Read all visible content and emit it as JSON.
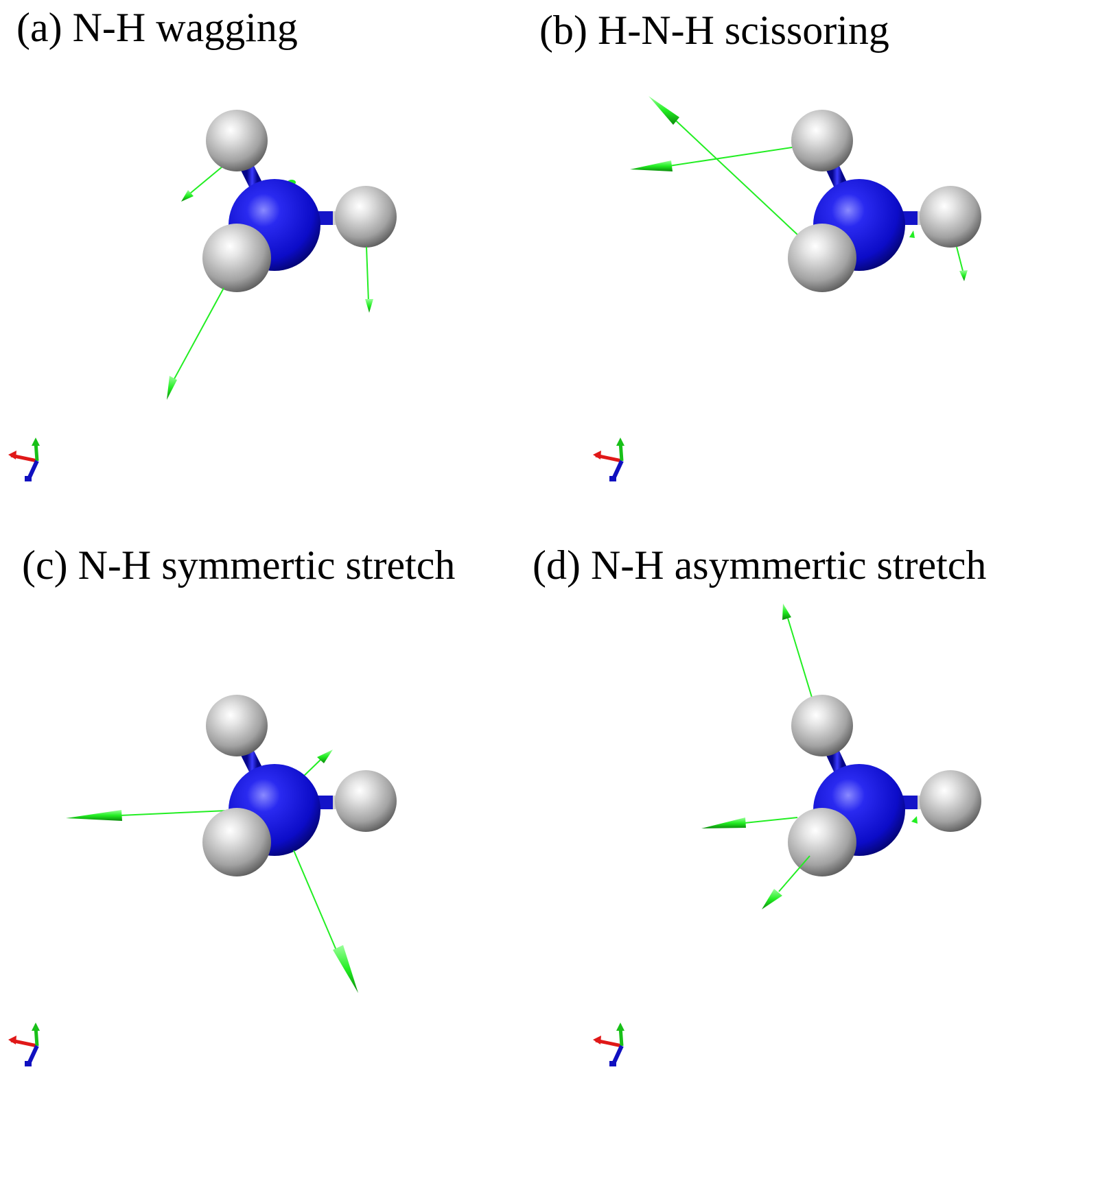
{
  "panels": [
    {
      "id": "a",
      "title": "(a) N-H wagging"
    },
    {
      "id": "b",
      "title": "(b) H-N-H scissoring"
    },
    {
      "id": "c",
      "title": "(c) N-H symmertic stretch"
    },
    {
      "id": "d",
      "title": "(d) N-H asymmertic stretch"
    }
  ],
  "colors": {
    "nitrogen": "#1010d8",
    "hydrogen": "#a0a0a0",
    "bond_white": "#dcdcdc",
    "displacement_vector": "#22ee22",
    "axis_x": "#e01818",
    "axis_y": "#18c018",
    "axis_z": "#1010c0"
  },
  "icons": {
    "nitrogen_atom": "blue-sphere",
    "hydrogen_atom": "grey-sphere",
    "vector": "green-arrow",
    "orientation_triad": "xyz-axes-icon"
  }
}
